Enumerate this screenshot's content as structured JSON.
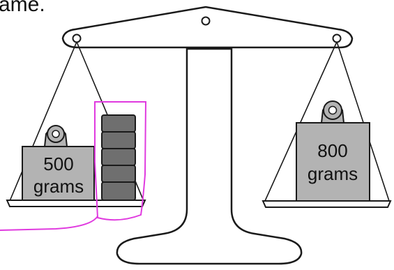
{
  "header": {
    "text_fragment": "ame."
  },
  "left_pan": {
    "block_value": "500",
    "block_unit": "grams",
    "small_weights_count": 5
  },
  "right_pan": {
    "block_value": "800",
    "block_unit": "grams"
  },
  "colors": {
    "line": "#1a1a1a",
    "block_fill": "#b3b3b3",
    "small_weight_fill": "#6f6f6f",
    "highlight": "#e03adf"
  }
}
